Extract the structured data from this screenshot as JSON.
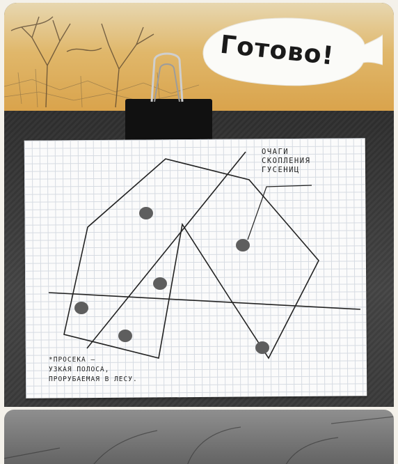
{
  "speech_bubble": {
    "text": "Готово!"
  },
  "diagram": {
    "foci_label": [
      "очаги",
      "скопления",
      "гусениц"
    ],
    "footnote": [
      "*Просека —",
      "узкая полоса,",
      "прорубаемая в лесу."
    ]
  },
  "colors": {
    "board": "#3a3a3a",
    "sky": "#e0b76a",
    "dot": "#5e5e5e",
    "ink": "#222222",
    "clip": "#111111"
  },
  "icons": [
    "binder-clip-icon",
    "tree-sketch-icon"
  ]
}
